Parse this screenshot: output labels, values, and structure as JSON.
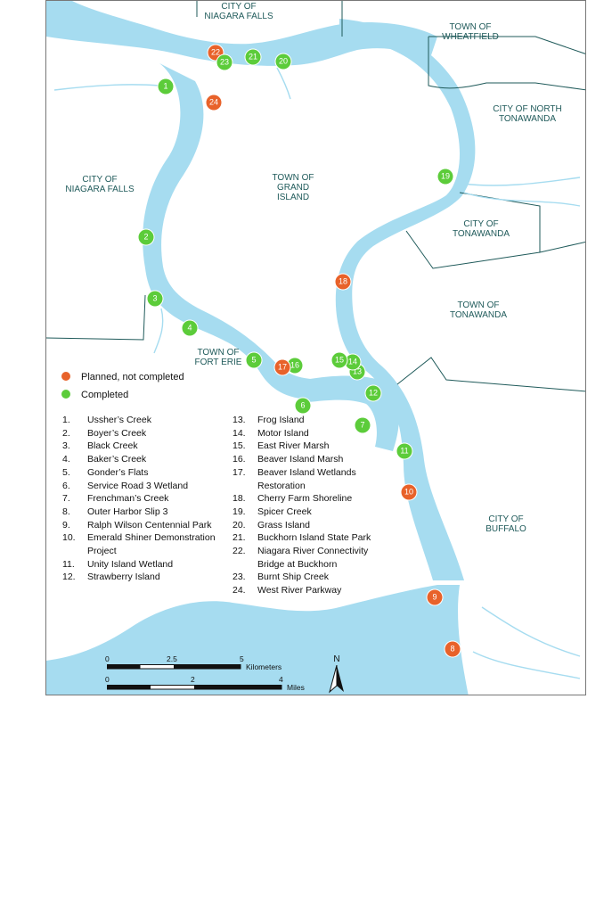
{
  "colors": {
    "water": "#a6dcf0",
    "land": "#ffffff",
    "boundary": "#1f5a5a",
    "planned": "#e8622a",
    "completed": "#5ccc3a"
  },
  "places": [
    {
      "id": "niagara-falls-ny",
      "lines": [
        "CITY OF",
        "NIAGARA FALLS"
      ]
    },
    {
      "id": "wheatfield",
      "lines": [
        "TOWN OF",
        "WHEATFIELD"
      ]
    },
    {
      "id": "north-tonawanda",
      "lines": [
        "CITY OF NORTH",
        "TONAWANDA"
      ]
    },
    {
      "id": "niagara-falls-on",
      "lines": [
        "CITY OF",
        "NIAGARA FALLS"
      ]
    },
    {
      "id": "grand-island",
      "lines": [
        "TOWN OF",
        "GRAND",
        "ISLAND"
      ]
    },
    {
      "id": "city-tonawanda",
      "lines": [
        "CITY OF",
        "TONAWANDA"
      ]
    },
    {
      "id": "town-tonawanda",
      "lines": [
        "TOWN OF",
        "TONAWANDA"
      ]
    },
    {
      "id": "fort-erie",
      "lines": [
        "TOWN OF",
        "FORT ERIE"
      ]
    },
    {
      "id": "buffalo",
      "lines": [
        "CITY OF",
        "BUFFALO"
      ]
    }
  ],
  "markers": [
    {
      "n": "1",
      "status": "completed"
    },
    {
      "n": "2",
      "status": "completed"
    },
    {
      "n": "3",
      "status": "completed"
    },
    {
      "n": "4",
      "status": "completed"
    },
    {
      "n": "5",
      "status": "completed"
    },
    {
      "n": "6",
      "status": "completed"
    },
    {
      "n": "7",
      "status": "completed"
    },
    {
      "n": "8",
      "status": "planned"
    },
    {
      "n": "9",
      "status": "planned"
    },
    {
      "n": "10",
      "status": "planned"
    },
    {
      "n": "11",
      "status": "completed"
    },
    {
      "n": "12",
      "status": "completed"
    },
    {
      "n": "13",
      "status": "completed"
    },
    {
      "n": "14",
      "status": "completed"
    },
    {
      "n": "15",
      "status": "completed"
    },
    {
      "n": "16",
      "status": "completed"
    },
    {
      "n": "17",
      "status": "planned"
    },
    {
      "n": "18",
      "status": "planned"
    },
    {
      "n": "19",
      "status": "completed"
    },
    {
      "n": "20",
      "status": "completed"
    },
    {
      "n": "21",
      "status": "completed"
    },
    {
      "n": "22",
      "status": "planned"
    },
    {
      "n": "23",
      "status": "completed"
    },
    {
      "n": "24",
      "status": "planned"
    }
  ],
  "legend": {
    "planned": "Planned, not completed",
    "completed": "Completed"
  },
  "sites_left": [
    {
      "num": "1.",
      "name": "Ussher’s Creek"
    },
    {
      "num": "2.",
      "name": "Boyer’s Creek"
    },
    {
      "num": "3.",
      "name": "Black Creek"
    },
    {
      "num": "4.",
      "name": "Baker’s Creek"
    },
    {
      "num": "5.",
      "name": "Gonder’s Flats"
    },
    {
      "num": "6.",
      "name": "Service Road 3 Wetland"
    },
    {
      "num": "7.",
      "name": "Frenchman’s Creek"
    },
    {
      "num": "8.",
      "name": "Outer Harbor Slip 3"
    },
    {
      "num": "9.",
      "name": "Ralph Wilson Centennial Park"
    },
    {
      "num": "10.",
      "name": "Emerald Shiner Demonstration Project"
    },
    {
      "num": "11.",
      "name": "Unity Island Wetland"
    },
    {
      "num": "12.",
      "name": "Strawberry Island"
    }
  ],
  "sites_right": [
    {
      "num": "13.",
      "name": "Frog Island"
    },
    {
      "num": "14.",
      "name": "Motor Island"
    },
    {
      "num": "15.",
      "name": "East River Marsh"
    },
    {
      "num": "16.",
      "name": "Beaver Island Marsh"
    },
    {
      "num": "17.",
      "name": "Beaver Island Wetlands Restoration"
    },
    {
      "num": "18.",
      "name": "Cherry Farm Shoreline"
    },
    {
      "num": "19.",
      "name": "Spicer Creek"
    },
    {
      "num": "20.",
      "name": "Grass Island"
    },
    {
      "num": "21.",
      "name": "Buckhorn Island State Park"
    },
    {
      "num": "22.",
      "name": "Niagara River Connectivity Bridge at Buckhorn"
    },
    {
      "num": "23.",
      "name": "Burnt Ship Creek"
    },
    {
      "num": "24.",
      "name": "West River Parkway"
    }
  ],
  "scale": {
    "km_ticks": [
      "0",
      "2.5",
      "5"
    ],
    "km_unit": "Kilometers",
    "mi_ticks": [
      "0",
      "2",
      "4"
    ],
    "mi_unit": "Miles"
  },
  "north_label": "N"
}
